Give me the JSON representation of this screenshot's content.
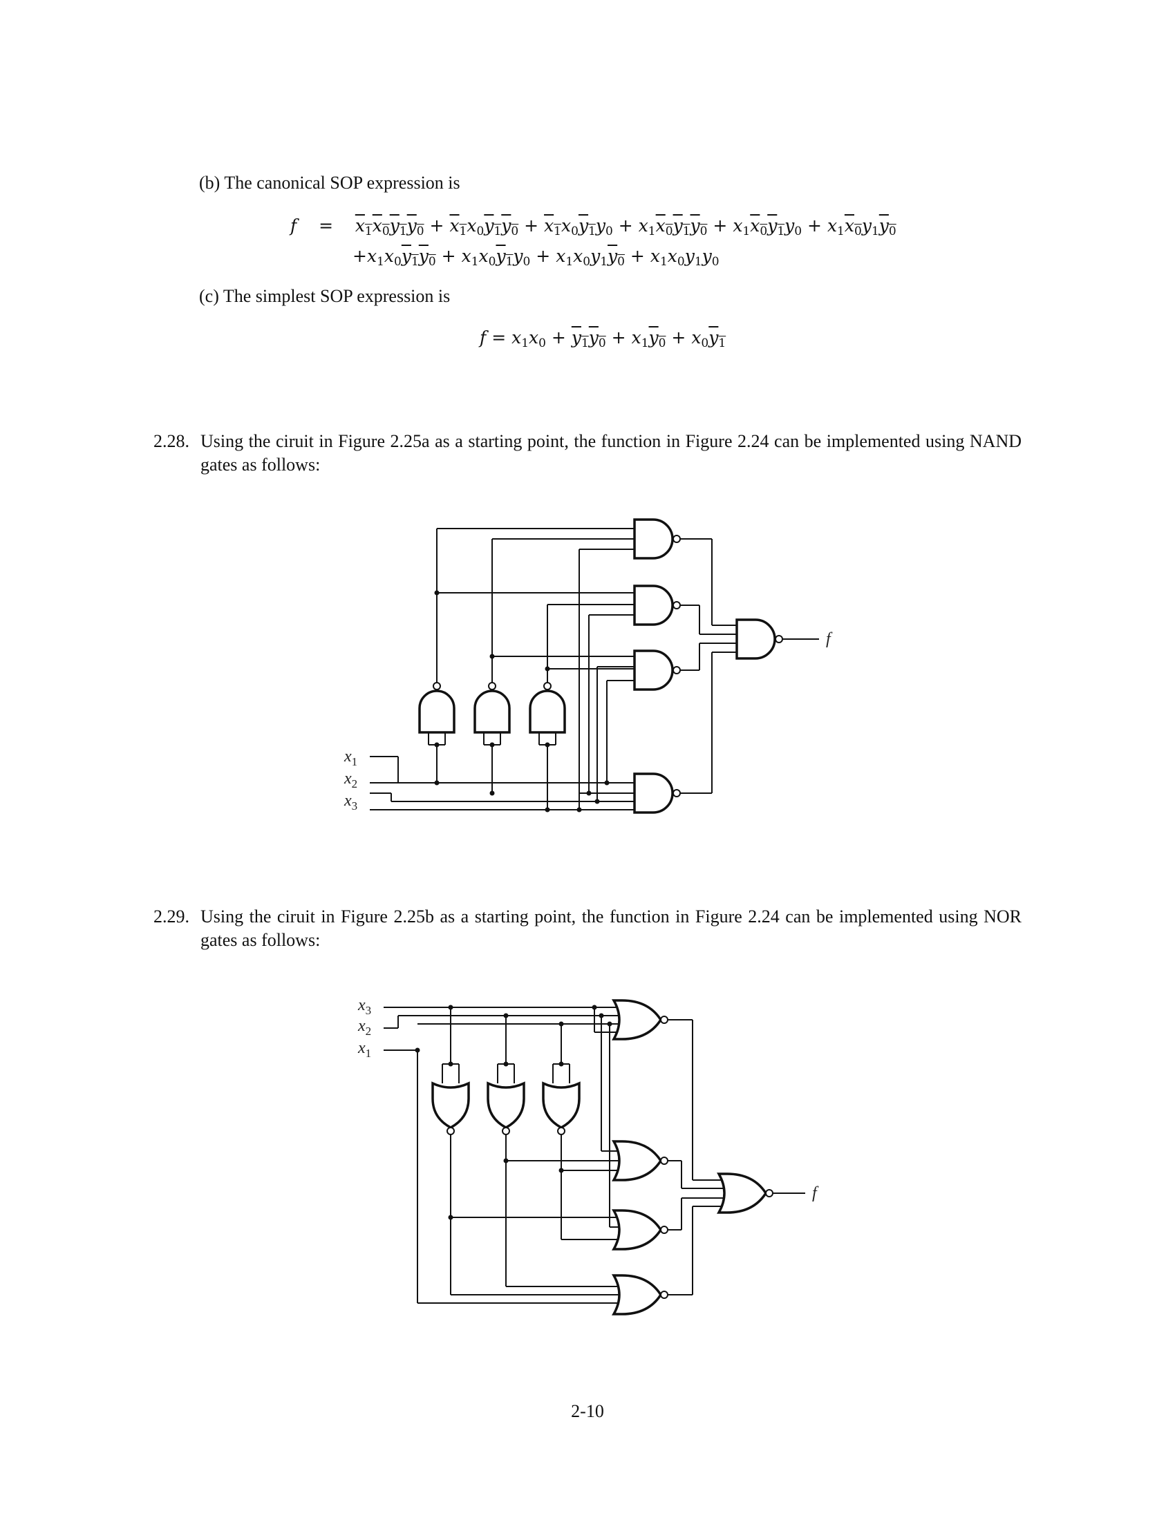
{
  "section_b": {
    "intro": "(b) The canonical SOP expression is",
    "lhs": "f",
    "eq": "="
  },
  "section_c": {
    "intro": "(c) The simplest SOP expression is"
  },
  "problems": [
    {
      "number": "2.28.",
      "text": "Using the ciruit in Figure 2.25a as a starting point, the function in Figure 2.24 can be implemented using NAND gates as follows:"
    },
    {
      "number": "2.29.",
      "text": "Using the ciruit in Figure 2.25b as a starting point, the function in Figure 2.24 can be implemented using NOR gates as follows:"
    }
  ],
  "nand_circuit": {
    "inputs": [
      "x1",
      "x2",
      "x3"
    ],
    "output": "f"
  },
  "nor_circuit": {
    "inputs": [
      "x3",
      "x2",
      "x1"
    ],
    "output": "f"
  },
  "page_number": "2-10"
}
